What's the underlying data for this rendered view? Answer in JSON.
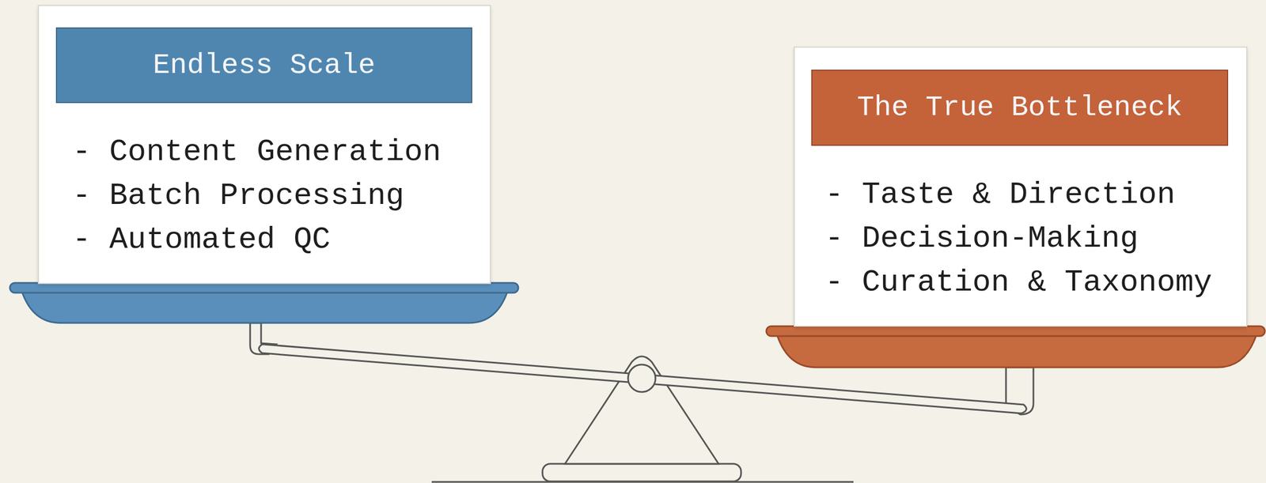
{
  "diagram": {
    "nodes": [
      {
        "text": [
          "- Content Generation",
          "- Batch Processing",
          "- Automated QC"
        ]
      },
      {
        "text": [
          "Endless Scale"
        ],
        "in": 0
      },
      {
        "text": [
          "- Taste & Direction",
          "- Decision-Making",
          "- Curation & Taxonomy"
        ]
      },
      {
        "text": [
          "The True Bottleneck"
        ],
        "in": 2
      }
    ]
  }
}
